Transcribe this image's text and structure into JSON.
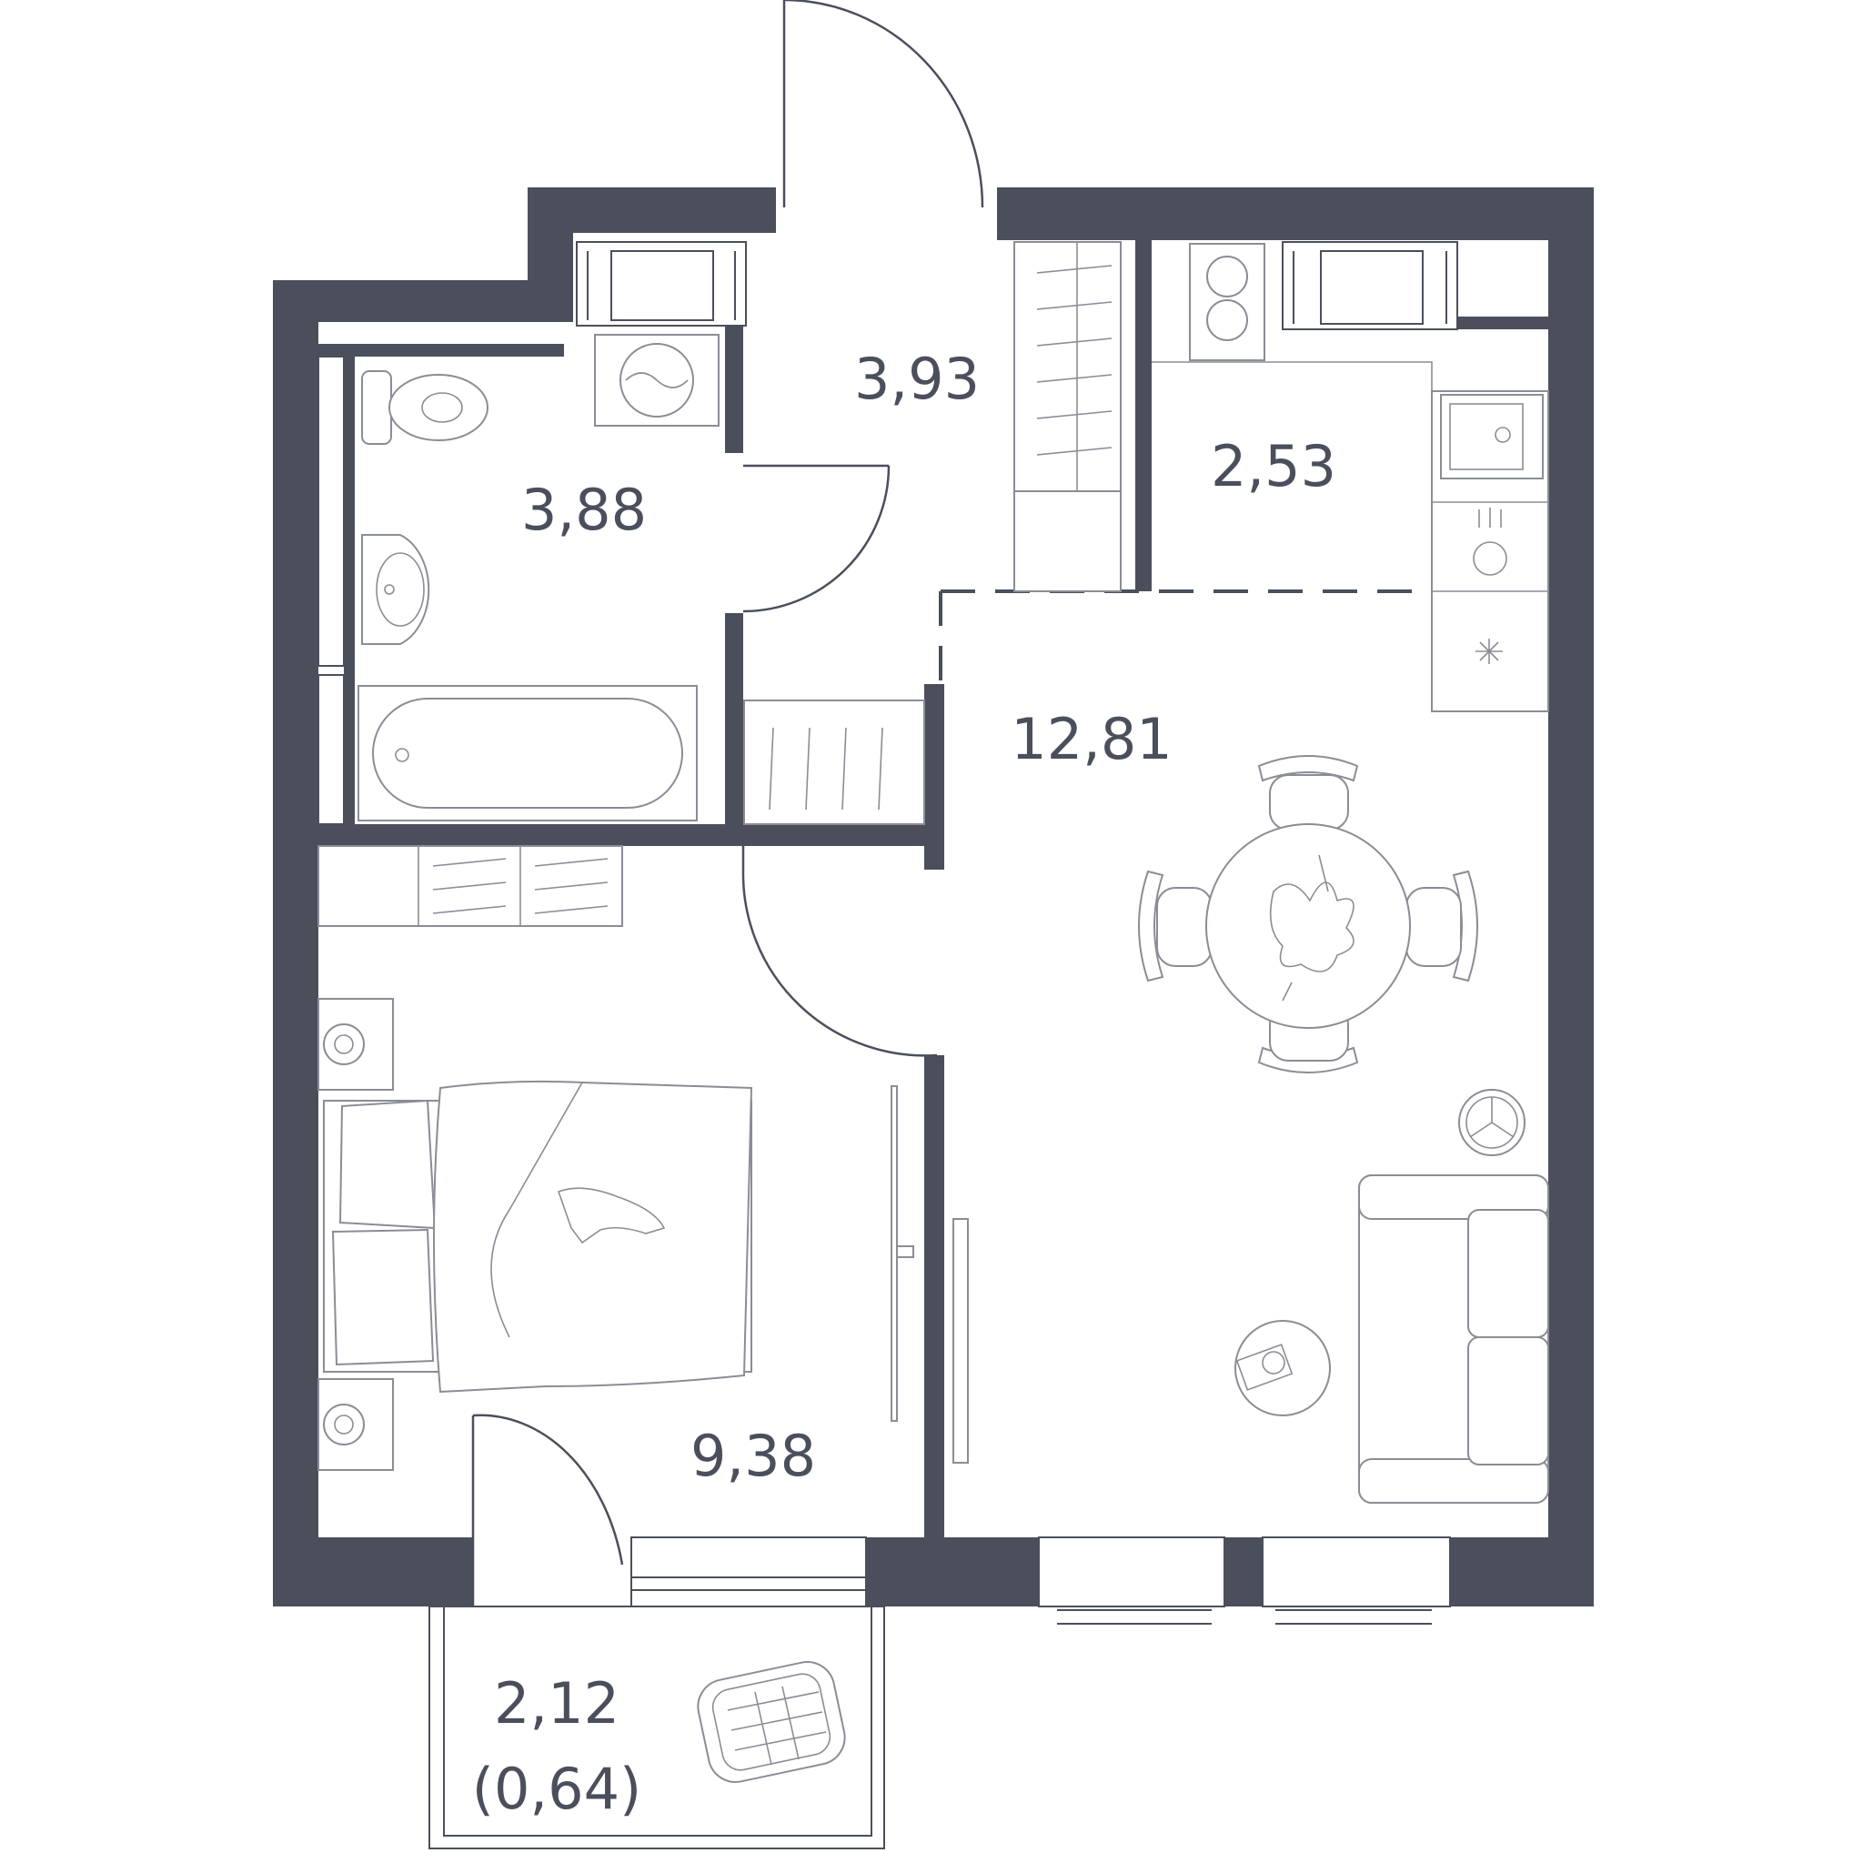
{
  "rooms": {
    "hall": {
      "area": "3,93"
    },
    "bathroom": {
      "area": "3,88"
    },
    "kitchen": {
      "area": "2,53"
    },
    "living": {
      "area": "12,81"
    },
    "bedroom": {
      "area": "9,38"
    },
    "balcony": {
      "area": "2,12",
      "area_reduced": "(0,64)"
    }
  },
  "colors": {
    "wall": "#4b4f5c",
    "furniture_line": "#8a8d96",
    "background": "#ffffff"
  },
  "icons": [
    "toilet-icon",
    "washing-machine-icon",
    "sink-icon",
    "bathtub-icon",
    "stove-icon",
    "kitchen-sink-icon",
    "dining-table-icon",
    "bed-icon",
    "sofa-icon",
    "laundry-basket-icon",
    "plant-icon",
    "tv-icon"
  ]
}
